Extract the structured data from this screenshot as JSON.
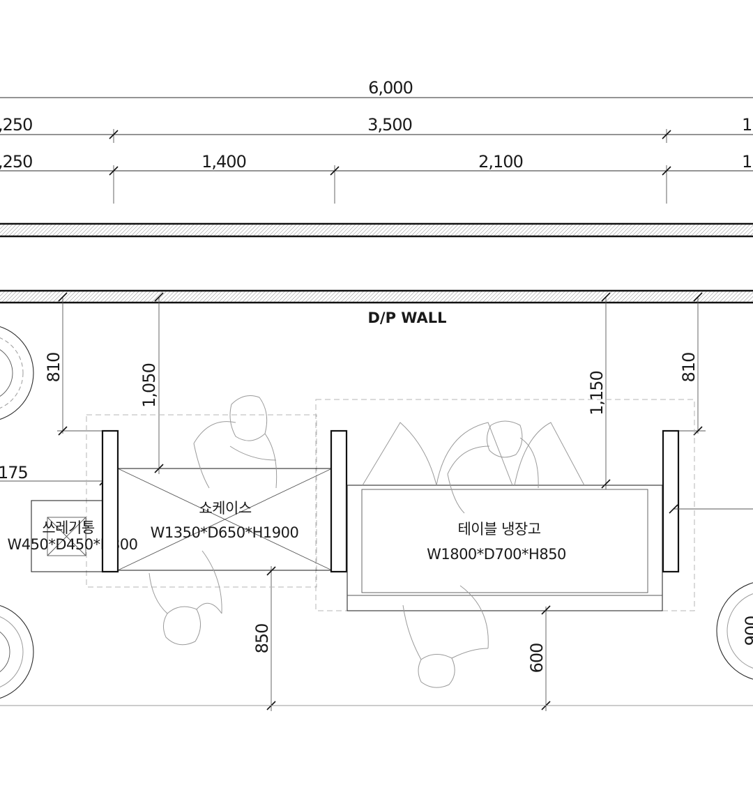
{
  "dimensions": {
    "overall": "6,000",
    "row2": {
      "left": ",250",
      "middle": "3,500",
      "right": "1,"
    },
    "row3": {
      "left": ",250",
      "seg1": "1,400",
      "seg2": "2,100",
      "right": "1,"
    },
    "vertical": {
      "left_810": "810",
      "showcase_gap": "1,050",
      "fridge_gap": "1,150",
      "right_810": "810",
      "showcase_aisle": "850",
      "fridge_aisle": "600",
      "trash_offset": "175",
      "right_circle": "900"
    }
  },
  "wall_label": "D/P WALL",
  "furniture": {
    "showcase": {
      "name": "쇼케이스",
      "spec": "W1350*D650*H1900"
    },
    "fridge": {
      "name": "테이블 냉장고",
      "spec": "W1800*D700*H850"
    },
    "trash": {
      "name": "쓰레기통",
      "spec": "W450*D450*H800"
    }
  }
}
